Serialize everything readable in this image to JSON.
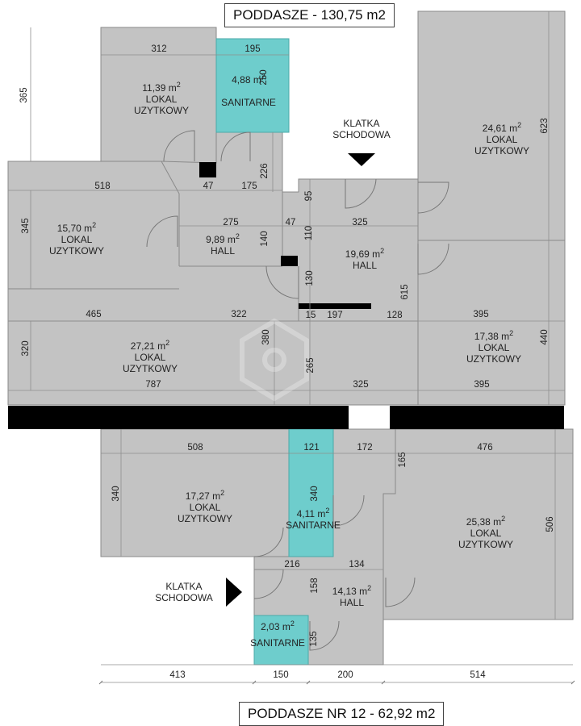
{
  "titles": {
    "top": "PODDASZE - 130,75 m2",
    "bottom": "PODDASZE NR 12 - 62,92 m2"
  },
  "colors": {
    "room_fill": "#c3c3c3",
    "sanitary_fill": "#6ecdcc",
    "wall": "#000000",
    "dim_line": "#888888"
  },
  "rooms": {
    "r1": {
      "area": "11,39",
      "unit": "m",
      "sup": "2",
      "l1": "LOKAL",
      "l2": "UZYTKOWY"
    },
    "r2": {
      "area": "4,88",
      "unit": "m",
      "sup": "2",
      "l1": "SANITARNE",
      "l2": ""
    },
    "r3": {
      "area": "24,61",
      "unit": "m",
      "sup": "2",
      "l1": "LOKAL",
      "l2": "UZYTKOWY"
    },
    "r4": {
      "area": "15,70",
      "unit": "m",
      "sup": "2",
      "l1": "LOKAL",
      "l2": "UZYTKOWY"
    },
    "r5": {
      "area": "9,89",
      "unit": "m",
      "sup": "2",
      "l1": "HALL",
      "l2": ""
    },
    "r6": {
      "area": "19,69",
      "unit": "m",
      "sup": "2",
      "l1": "HALL",
      "l2": ""
    },
    "r7": {
      "area": "27,21",
      "unit": "m",
      "sup": "2",
      "l1": "LOKAL",
      "l2": "UZYTKOWY"
    },
    "r8": {
      "area": "17,38",
      "unit": "m",
      "sup": "2",
      "l1": "LOKAL",
      "l2": "UZYTKOWY"
    },
    "r9": {
      "area": "17,27",
      "unit": "m",
      "sup": "2",
      "l1": "LOKAL",
      "l2": "UZYTKOWY"
    },
    "r10": {
      "area": "4,11",
      "unit": "m",
      "sup": "2",
      "l1": "SANITARNE",
      "l2": ""
    },
    "r11": {
      "area": "25,38",
      "unit": "m",
      "sup": "2",
      "l1": "LOKAL",
      "l2": "UZYTKOWY"
    },
    "r12": {
      "area": "14,13",
      "unit": "m",
      "sup": "2",
      "l1": "HALL",
      "l2": ""
    },
    "r13": {
      "area": "2,03",
      "unit": "m",
      "sup": "2",
      "l1": "SANITARNE",
      "l2": ""
    }
  },
  "stairs": {
    "top": {
      "l1": "KLATKA",
      "l2": "SCHODOWA"
    },
    "bottom": {
      "l1": "KLATKA",
      "l2": "SCHODOWA"
    }
  },
  "dims": {
    "d312": "312",
    "d195": "195",
    "d365": "365",
    "d250": "250",
    "d623": "623",
    "d226": "226",
    "d518": "518",
    "d47a": "47",
    "d175": "175",
    "d95": "95",
    "d345": "345",
    "d275": "275",
    "d47b": "47",
    "d325a": "325",
    "d110": "110",
    "d140": "140",
    "d130": "130",
    "d615": "615",
    "d465": "465",
    "d322": "322",
    "d15": "15",
    "d197": "197",
    "d128": "128",
    "d395a": "395",
    "d320": "320",
    "d380": "380",
    "d265": "265",
    "d440": "440",
    "d787": "787",
    "d325b": "325",
    "d395b": "395",
    "d508": "508",
    "d121": "121",
    "d172": "172",
    "d476": "476",
    "d165": "165",
    "d340a": "340",
    "d340b": "340",
    "d506": "506",
    "d216": "216",
    "d134": "134",
    "d158": "158",
    "d135": "135",
    "d413": "413",
    "d150": "150",
    "d200": "200",
    "d514": "514"
  }
}
